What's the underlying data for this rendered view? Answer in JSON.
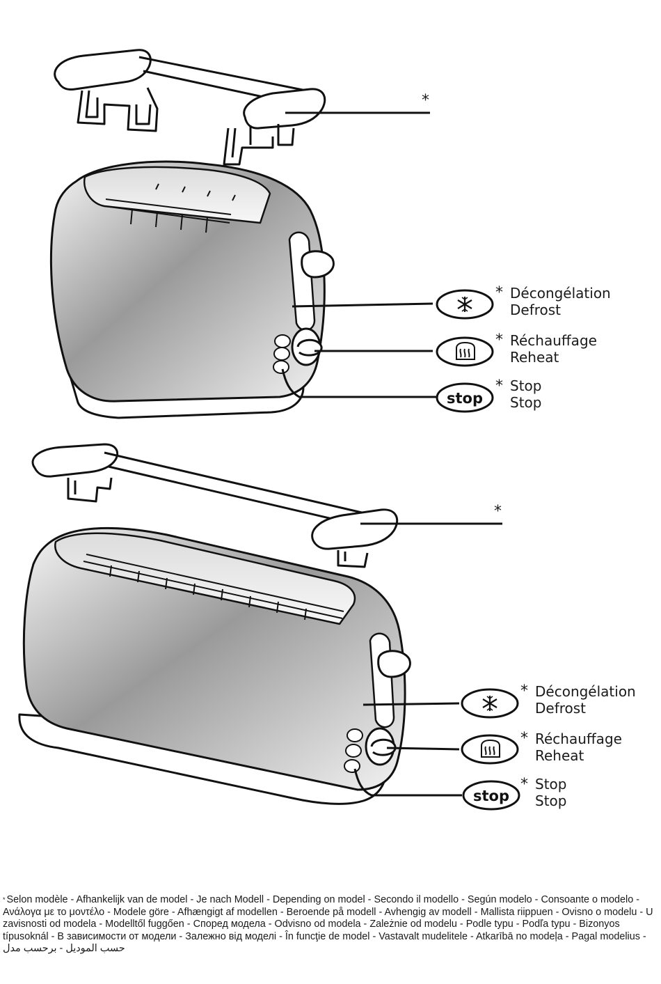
{
  "asterisk": "*",
  "labels": {
    "defrost_fr": "Décongélation",
    "defrost_en": "Defrost",
    "reheat_fr": "Réchauffage",
    "reheat_en": "Reheat",
    "stop_fr": "Stop",
    "stop_en": "Stop"
  },
  "buttons": {
    "stop": "stop"
  },
  "icons": [
    "snowflake-icon",
    "bread-reheat-icon",
    "stop-icon"
  ],
  "footnote": {
    "marker": "*",
    "text": "Selon modèle - Afhankelijk van de model - Je nach Modell - Depending on model - Secondo il modello - Según modelo - Consoante o modelo - Ανάλογα με το μοντέλο - Modele göre - Afhængigt af modellen - Beroende på modell - Avhengig av modell - Mallista riippuen - Ovisno o modelu - U zavisnosti od modela - Modelltől fuggően - Според модела - Odvisno od modela - Zależnie od modelu - Podle typu - Podľa typu - Bizonyos típusoknál - В зависимости от модели - Залежно від моделі - În funcţie de model - Vastavalt mudelitele - Atkarībā no modeļa - Pagal modelius - حسب الموديل - برحسب مدل"
  }
}
